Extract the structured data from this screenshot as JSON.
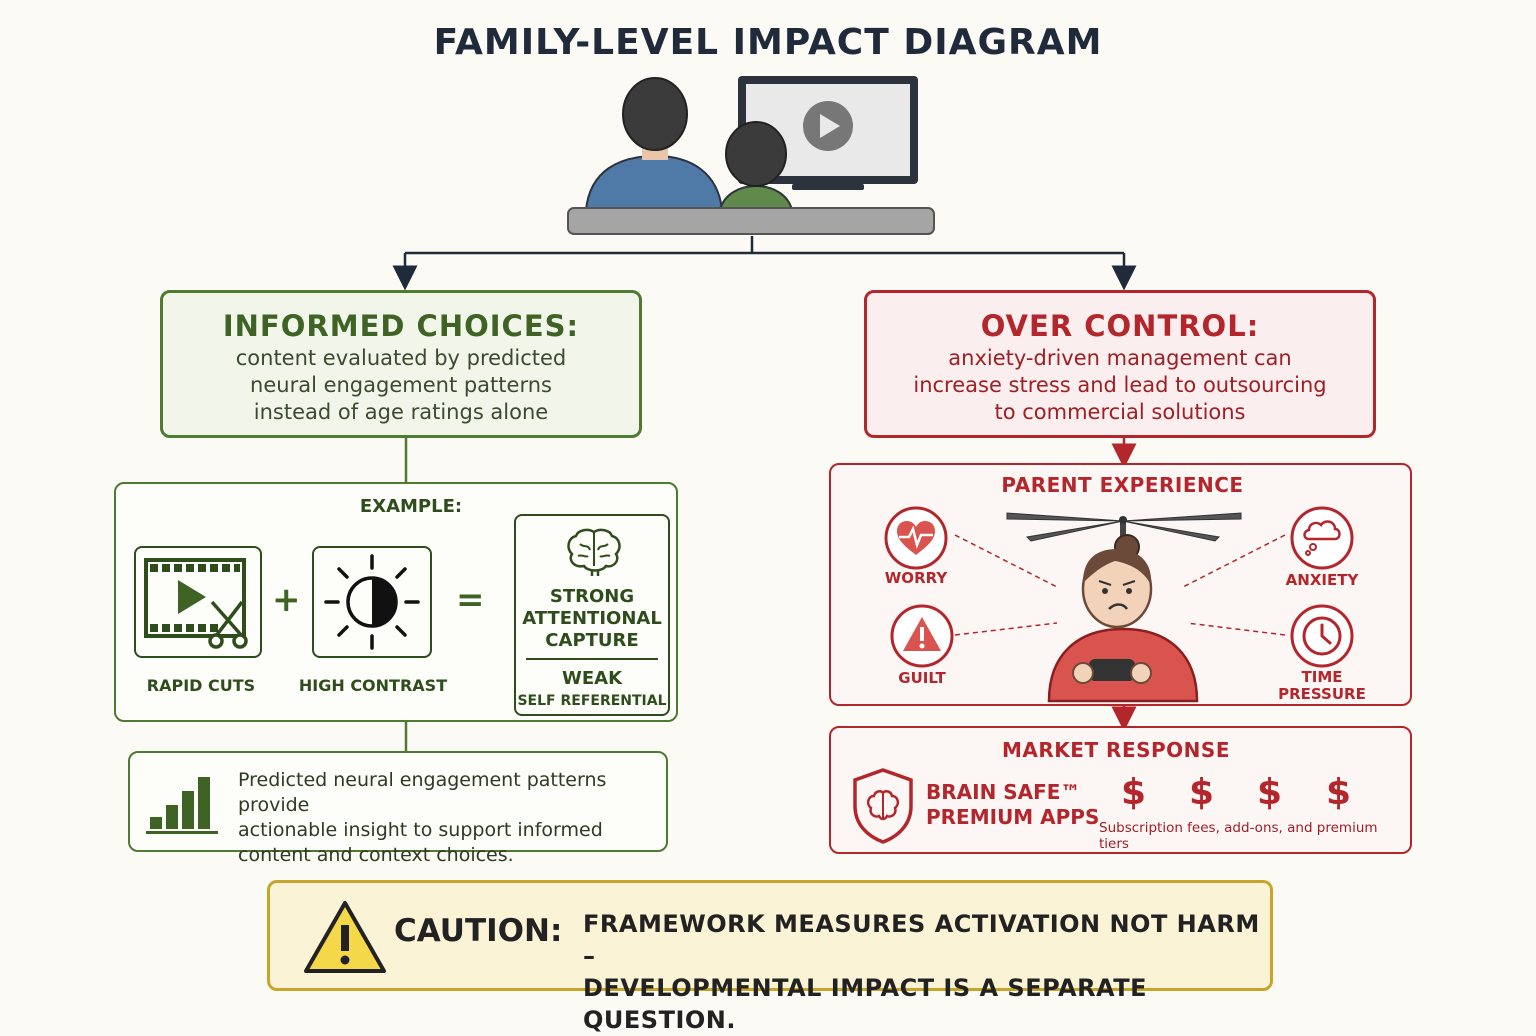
{
  "title": "FAMILY-LEVEL IMPACT DIAGRAM",
  "informed": {
    "heading": "INFORMED CHOICES:",
    "lines": [
      "content evaluated by predicted",
      "neural engagement patterns",
      "instead of age ratings alone"
    ]
  },
  "example": {
    "heading": "EXAMPLE:",
    "rapid_cuts": "RAPID CUTS",
    "plus": "+",
    "high_contrast": "HIGH CONTRAST",
    "equals": "=",
    "result_lines": [
      "STRONG",
      "ATTENTIONAL",
      "CAPTURE"
    ],
    "weak_lines": [
      "WEAK",
      "SELF REFERENTIAL"
    ]
  },
  "insight": {
    "lines": [
      "Predicted neural engagement patterns provide",
      "actionable insight to support informed",
      "content and context choices."
    ]
  },
  "over": {
    "heading": "OVER CONTROL:",
    "lines": [
      "anxiety-driven management can",
      "increase stress and lead to outsourcing",
      "to commercial solutions"
    ]
  },
  "parent": {
    "heading": "PARENT EXPERIENCE",
    "worry": "WORRY",
    "anxiety": "ANXIETY",
    "guilt": "GUILT",
    "time_pressure_lines": [
      "TIME",
      "PRESSURE"
    ]
  },
  "market": {
    "heading": "MARKET RESPONSE",
    "brain_safe_lines": [
      "BRAIN SAFE™",
      "PREMIUM APPS"
    ],
    "dollar": "$",
    "fees": "Subscription fees, add-ons, and premium tiers"
  },
  "caution": {
    "label": "CAUTION:",
    "lines": [
      "FRAMEWORK  MEASURES ACTIVATION NOT HARM –",
      "DEVELOPMENTAL IMPACT IS A SEPARATE QUESTION."
    ]
  },
  "colors": {
    "green": "#4f7a31",
    "red": "#b3262b",
    "yellow": "#c9a42a",
    "navy": "#1f2a3a"
  }
}
